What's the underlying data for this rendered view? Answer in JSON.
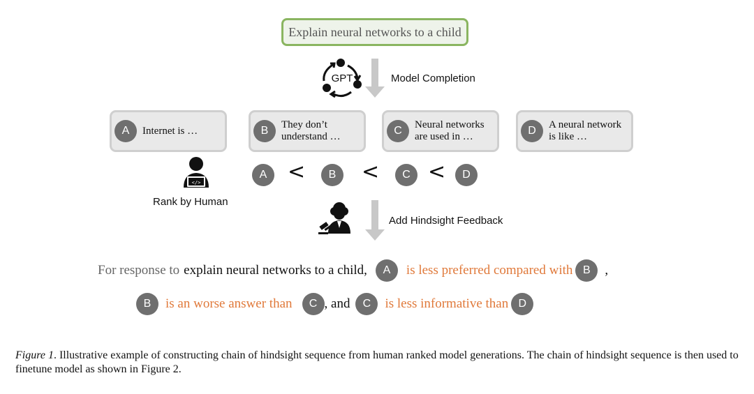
{
  "prompt": "Explain neural networks to a child",
  "gpt_label": "GPT",
  "step1_label": "Model Completion",
  "responses": [
    {
      "letter": "A",
      "line1": "Internet is …",
      "line2": ""
    },
    {
      "letter": "B",
      "line1": "They don’t",
      "line2": "understand …"
    },
    {
      "letter": "C",
      "line1": "Neural networks",
      "line2": "are used in …"
    },
    {
      "letter": "D",
      "line1": "A neural network",
      "line2": "is like …"
    }
  ],
  "ranking": {
    "letters": [
      "A",
      "B",
      "C",
      "D"
    ],
    "symbol": "<"
  },
  "rank_label": "Rank by Human",
  "step2_label": "Add Hindsight Feedback",
  "feedback": {
    "line1": {
      "prefix": "For response to",
      "task": "explain neural networks to a child,",
      "a": "A",
      "phrase": "is less preferred compared with",
      "b": "B",
      "end": ","
    },
    "line2": {
      "b": "B",
      "phrase1": "is an worse answer than",
      "c1": "C",
      "and": ", and",
      "c2": "C",
      "phrase2": "is less informative than",
      "d": "D"
    }
  },
  "caption": {
    "label": "Figure 1",
    "text": ". Illustrative example of constructing chain of hindsight sequence from human ranked model generations. The chain of hindsight sequence is then used to finetune model as shown in Figure ",
    "ref": "2",
    "end": "."
  },
  "colors": {
    "prompt_border": "#8ab560",
    "highlight": "#e0793a",
    "circle": "#6f6f6f",
    "arrow": "#c8c8c8"
  },
  "icons": [
    "gpt-cycle-icon",
    "human-laptop-icon",
    "judge-gavel-icon"
  ]
}
